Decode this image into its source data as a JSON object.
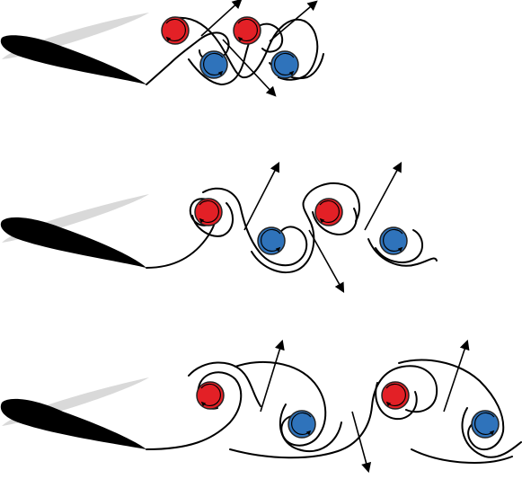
{
  "colors": {
    "vortex_clockwise": "#e32026",
    "vortex_counterclockwise": "#2f73bb",
    "foil": "#000000",
    "foil_shadow": "#d9d9d9",
    "line": "#000000"
  },
  "panels": [
    {
      "name": "panel-top",
      "vortex_pairs": 2
    },
    {
      "name": "panel-middle",
      "vortex_pairs": 2
    },
    {
      "name": "panel-bottom",
      "vortex_pairs": 2
    }
  ]
}
